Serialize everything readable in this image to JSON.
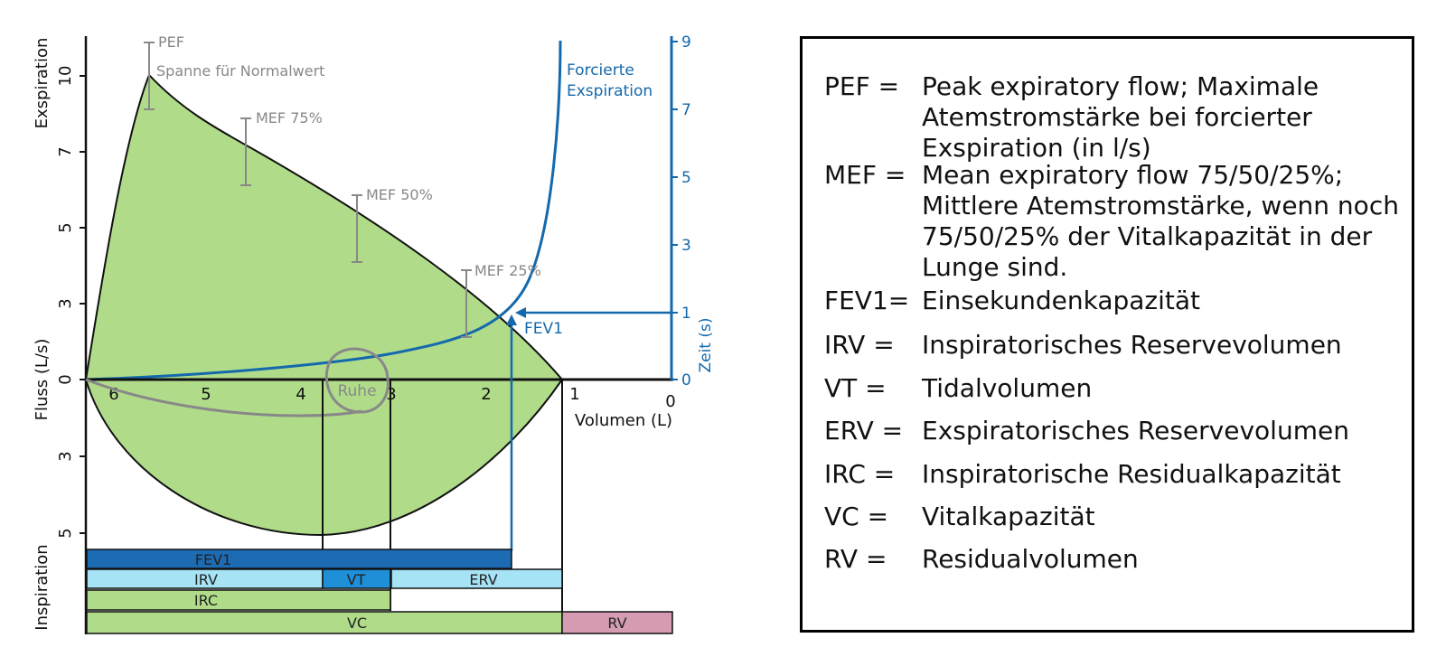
{
  "colors": {
    "fill_green": "#b0dc8a",
    "blue": "#1469ac",
    "fev1_bar": "#1d6bb3",
    "light_blue_bar": "#a6e3f5",
    "vt_bar": "#1f8fd8",
    "rv_bar": "#d49bb3",
    "gray": "#888888"
  },
  "left_axis": {
    "title_top": "Exspiration",
    "title_middle": "Fluss (L/s)",
    "title_bottom": "Inspiration",
    "ticks_top": [
      "10",
      "7",
      "5",
      "3",
      "0"
    ],
    "ticks_bottom": [
      "3",
      "5"
    ]
  },
  "x_axis": {
    "title": "Volumen (L)",
    "ticks": [
      "6",
      "5",
      "4",
      "3",
      "2",
      "1",
      "0"
    ]
  },
  "right_axis": {
    "title": "Zeit (s)",
    "ticks": [
      "9",
      "7",
      "5",
      "3",
      "1",
      "0"
    ]
  },
  "annotations": {
    "pef": "PEF",
    "normal_range": "Spanne für Normalwert",
    "mef75": "MEF 75%",
    "mef50": "MEF 50%",
    "mef25": "MEF 25%",
    "forced_line1": "Forcierte",
    "forced_line2": "Exspiration",
    "fev1": "FEV1",
    "rest": "Ruhe"
  },
  "bars": {
    "fev1": "FEV1",
    "irv": "IRV",
    "vt": "VT",
    "erv": "ERV",
    "irc": "IRC",
    "vc": "VC",
    "rv": "RV"
  },
  "legend": [
    {
      "abbr": "PEF =",
      "def": "Peak expiratory flow; Maximale Atemstromstärke bei forcierter Exspiration (in l/s)"
    },
    {
      "abbr": "MEF =",
      "def": "Mean expiratory flow 75/50/25%; Mittlere Atemstromstärke, wenn noch 75/50/25% der Vitalkapazität in der Lunge sind."
    },
    {
      "abbr": "FEV1=",
      "def": "Einsekundenkapazität"
    },
    {
      "abbr": "IRV =",
      "def": "Inspiratorisches Reservevolumen"
    },
    {
      "abbr": "VT =",
      "def": "Tidalvolumen"
    },
    {
      "abbr": "ERV =",
      "def": "Exspiratorisches Reservevolumen"
    },
    {
      "abbr": "IRC =",
      "def": "Inspiratorische Residualkapazität"
    },
    {
      "abbr": "VC =",
      "def": "Vitalkapazität"
    },
    {
      "abbr": "RV =",
      "def": "Residualvolumen"
    }
  ]
}
